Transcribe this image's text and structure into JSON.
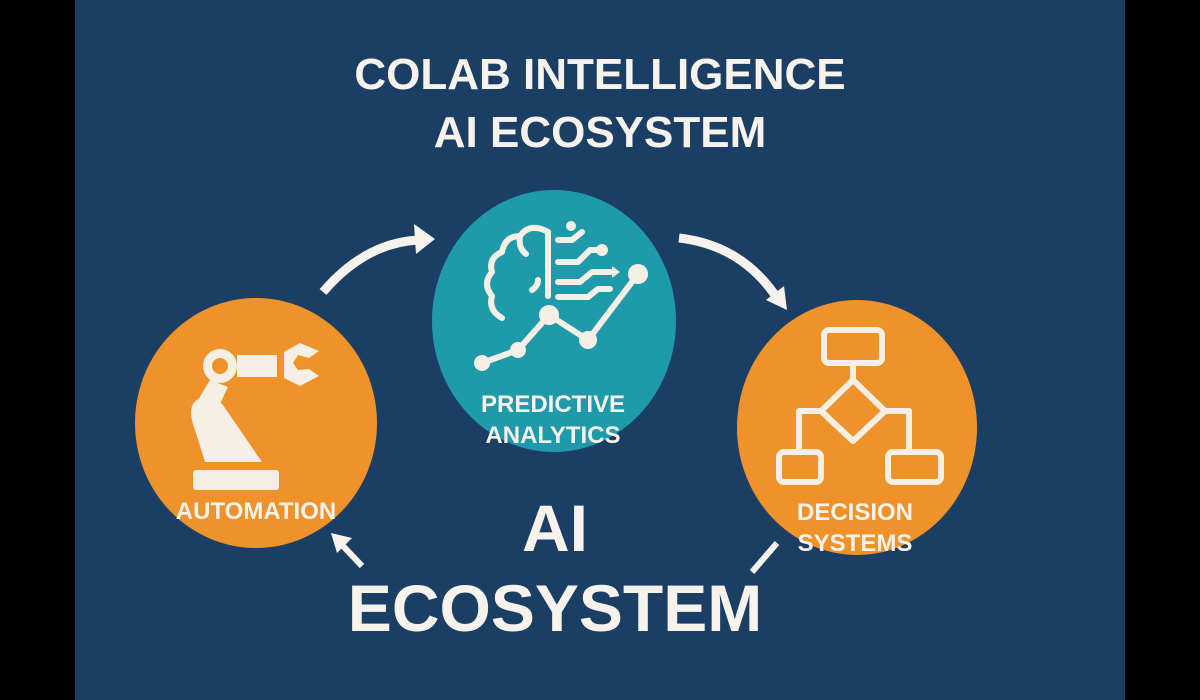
{
  "title": {
    "line1": "COLAB INTELLIGENCE",
    "line2": "AI ECOSYSTEM"
  },
  "center": {
    "line1": "AI",
    "line2": "ECOSYSTEM"
  },
  "nodes": [
    {
      "id": "automation",
      "label": "AUTOMATION",
      "icon": "robot-arm-icon",
      "color": "#f0922a"
    },
    {
      "id": "predictive",
      "label_line1": "PREDICTIVE",
      "label_line2": "ANALYTICS",
      "icon": "brain-chart-icon",
      "color": "#1f9aab"
    },
    {
      "id": "decision",
      "label_line1": "DECISION",
      "label_line2": "SYSTEMS",
      "icon": "flowchart-icon",
      "color": "#f0922a"
    }
  ],
  "colors": {
    "background": "#1b3f64",
    "foreground": "#f7f3ec",
    "orange": "#f0922a",
    "teal": "#1f9aab"
  }
}
